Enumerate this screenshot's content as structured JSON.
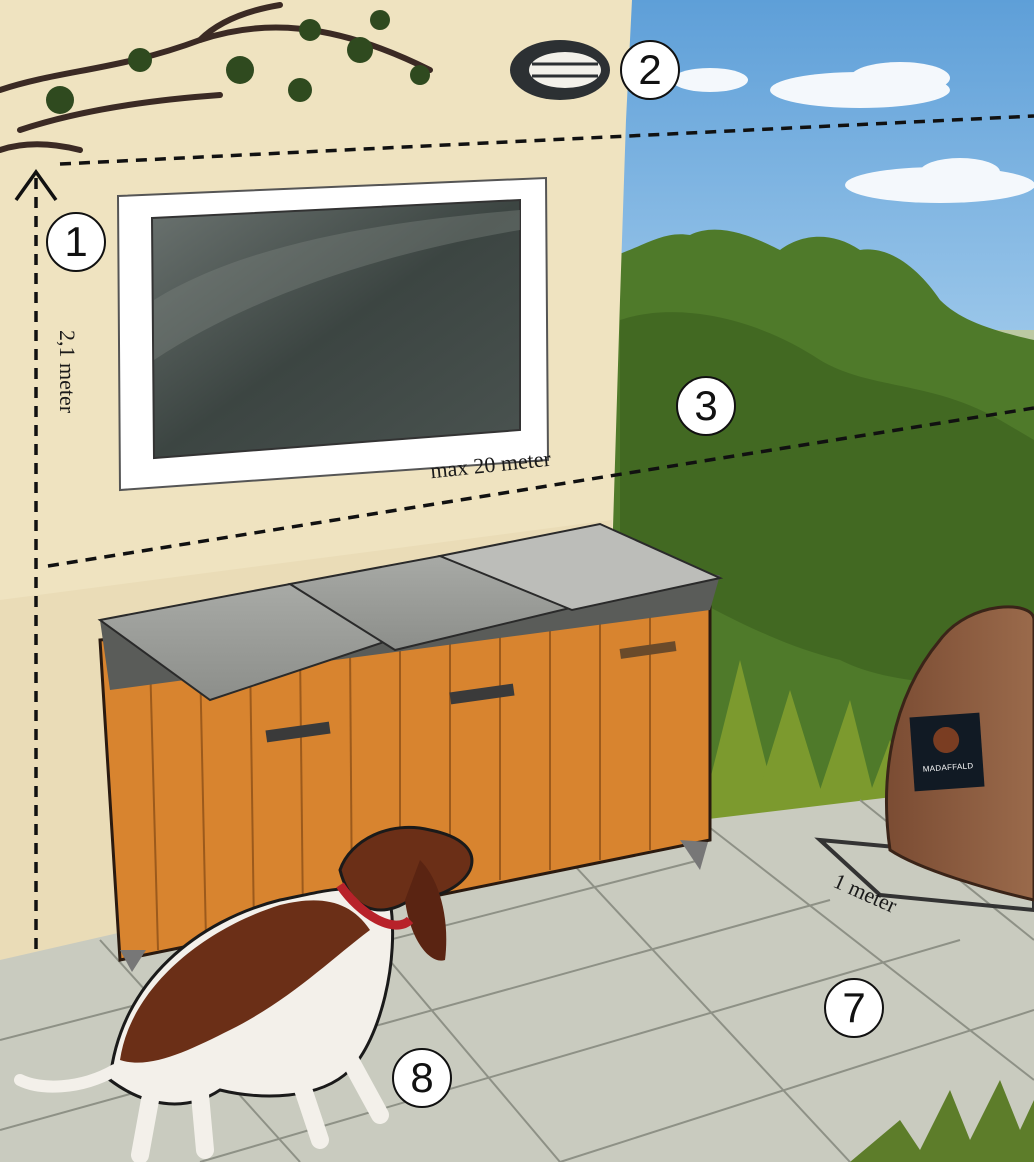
{
  "markers": {
    "m1": "1",
    "m2": "2",
    "m3": "3",
    "m7": "7",
    "m8": "8"
  },
  "labels": {
    "height": "2,1 meter",
    "distance_max": "max 20 meter",
    "distance_bag": "1 meter"
  },
  "bag_label": "MADAFFALD",
  "colors": {
    "wall": "#efe3c0",
    "sky": "#7fb6e4",
    "hedge": "#4f7a2a",
    "bin_wood": "#d8842f",
    "bin_lid": "#9a9c98",
    "pavement": "#c9cbbf",
    "dog_brown": "#6b2f17",
    "bag": "#8a5a3e"
  }
}
